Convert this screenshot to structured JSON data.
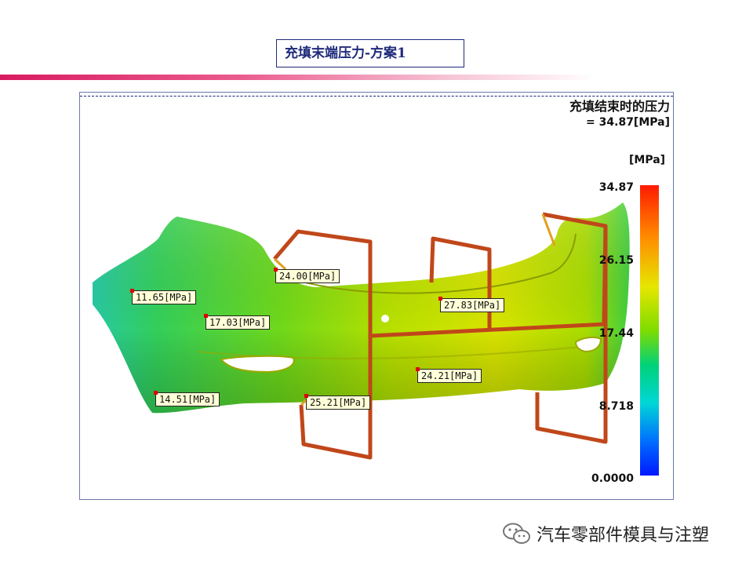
{
  "slide": {
    "title": "充填末端压力-方案1"
  },
  "result": {
    "title": "充填结束时的压力",
    "value": "= 34.87[MPa]",
    "unit": "[MPa]"
  },
  "colorbar": {
    "ticks": [
      "34.87",
      "26.15",
      "17.44",
      "8.718",
      "0.0000"
    ],
    "colors": {
      "max": "#ff1a00",
      "high": "#e6e600",
      "mid": "#7fdc00",
      "low": "#00d6d6",
      "min": "#0018ff"
    }
  },
  "probes": [
    {
      "text": "11.65[MPa]"
    },
    {
      "text": "17.03[MPa]"
    },
    {
      "text": "24.00[MPa]"
    },
    {
      "text": "27.83[MPa]"
    },
    {
      "text": "24.21[MPa]"
    },
    {
      "text": "14.51[MPa]"
    },
    {
      "text": "25.21[MPa]"
    }
  ],
  "watermark": {
    "icon": "wechat-icon",
    "text": "汽车零部件模具与注塑"
  }
}
